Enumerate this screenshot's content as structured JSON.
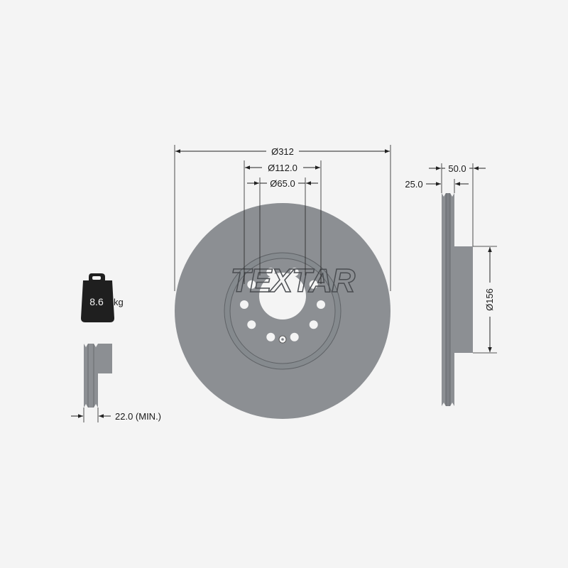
{
  "colors": {
    "background": "#f4f4f4",
    "disc": "#8c8f93",
    "disc_dark": "#7d8085",
    "hole": "#f4f4f4",
    "line": "#222222",
    "weight_icon": "#1f1f1f"
  },
  "dimensions": {
    "outer_diameter": "Ø312",
    "bolt_circle": "Ø112.0",
    "center_bore": "Ø65.0",
    "total_height": "50.0",
    "thickness": "25.0",
    "hat_diameter": "Ø156",
    "min_thickness": "22.0 (MIN.)"
  },
  "weight": {
    "value": "8.6",
    "unit": "kg"
  },
  "brand": {
    "logo_text": "TEXTAR"
  },
  "disc": {
    "bolt_hole_count": 10
  }
}
